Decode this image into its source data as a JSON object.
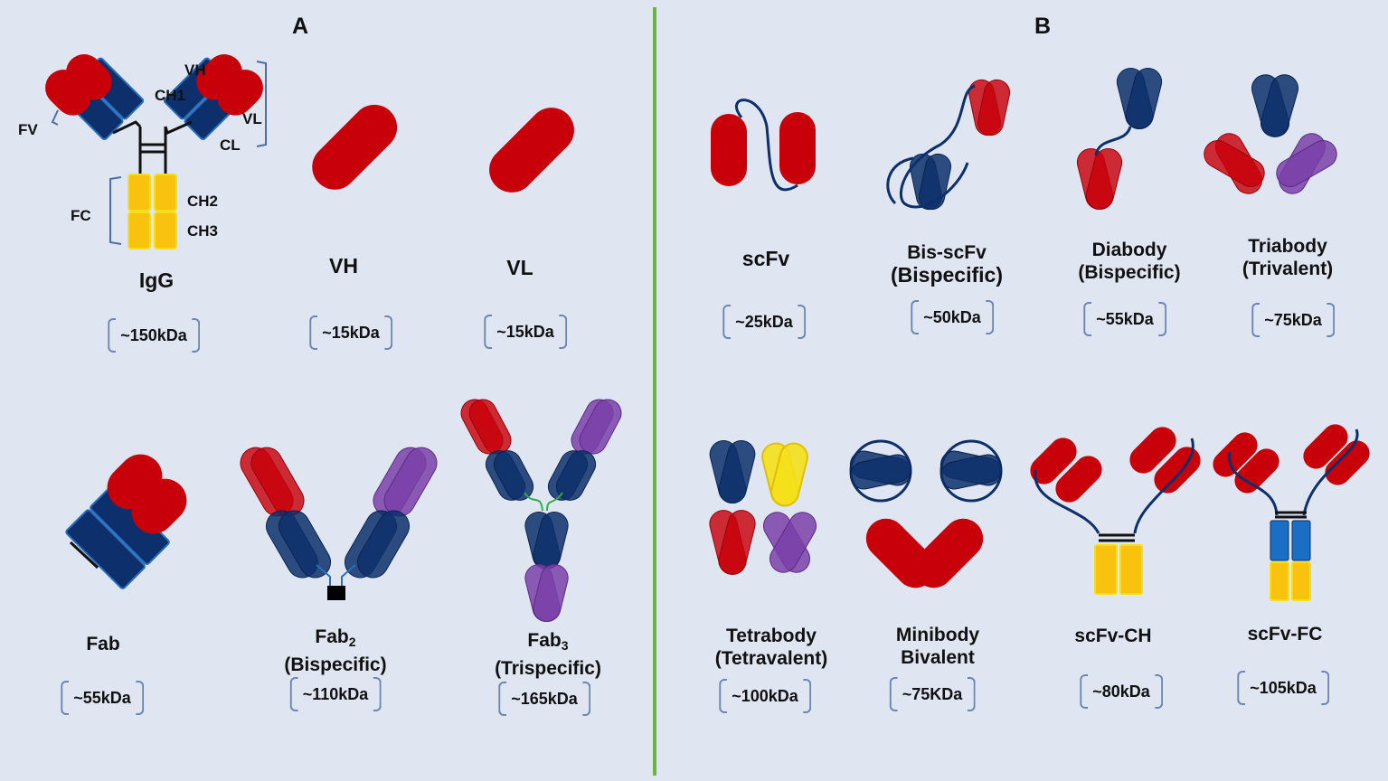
{
  "panels": {
    "a_label": "A",
    "b_label": "B"
  },
  "colors": {
    "background": "#dfe6f2",
    "heavy_variable": "#c8000a",
    "constant": "#0d2f6b",
    "fc_region": "#f9c20f",
    "purple_domain": "#7a3fa8",
    "yellow_domain": "#f4e01a",
    "divider": "#6db33f"
  },
  "igg_domains": {
    "vh": "VH",
    "ch1": "CH1",
    "vl": "VL",
    "cl": "CL",
    "fv": "FV",
    "fc": "FC",
    "ch2": "CH2",
    "ch3": "CH3"
  },
  "formats": {
    "igg": {
      "name": "IgG",
      "kda": "~150kDa"
    },
    "vh": {
      "name": "VH",
      "kda": "~15kDa"
    },
    "vl": {
      "name": "VL",
      "kda": "~15kDa"
    },
    "fab": {
      "name": "Fab",
      "kda": "~55kDa"
    },
    "fab2": {
      "name": "Fab",
      "sub": "2",
      "line2": "(Bispecific)",
      "kda": "~110kDa"
    },
    "fab3": {
      "name": "Fab",
      "sub": "3",
      "line2": "(Trispecific)",
      "kda": "~165kDa"
    },
    "scfv": {
      "name": "scFv",
      "kda": "~25kDa"
    },
    "bisscfv": {
      "name": "Bis-scFv",
      "line2": "(Bispecific)",
      "kda": "~50kDa"
    },
    "diabody": {
      "name": "Diabody",
      "line2": "(Bispecific)",
      "kda": "~55kDa"
    },
    "triabody": {
      "name": "Triabody",
      "line2": "(Trivalent)",
      "kda": "~75kDa"
    },
    "tetrabody": {
      "name": "Tetrabody",
      "line2": "(Tetravalent)",
      "kda": "~100kDa"
    },
    "minibody": {
      "name": "Minibody",
      "line2": "Bivalent",
      "kda": "~75KDa"
    },
    "scfvch": {
      "name": "scFv-CH",
      "kda": "~80kDa"
    },
    "scfvfc": {
      "name": "scFv-FC",
      "kda": "~105kDa"
    }
  }
}
